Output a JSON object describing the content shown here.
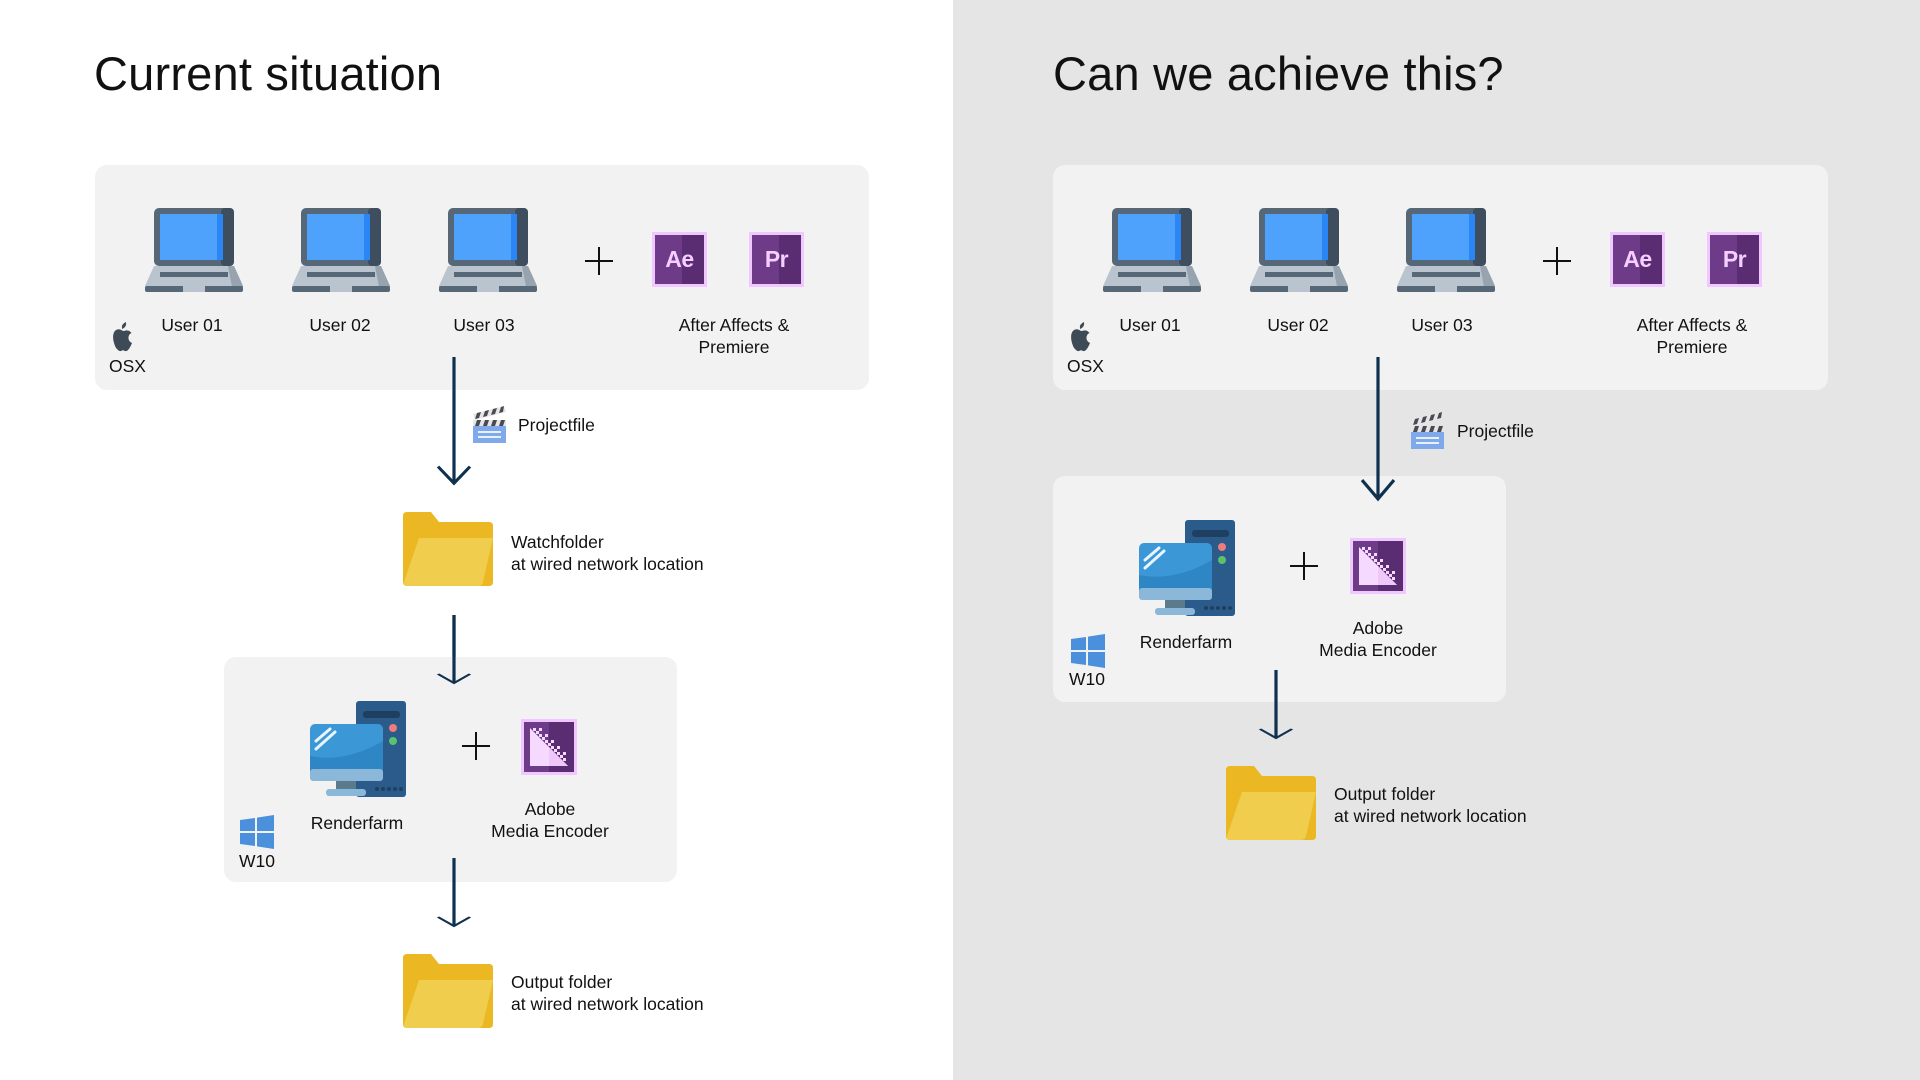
{
  "left": {
    "title": "Current situation",
    "users": [
      {
        "label": "User 01"
      },
      {
        "label": "User 02"
      },
      {
        "label": "User 03"
      }
    ],
    "os": "OSX",
    "apps": {
      "ae": "Ae",
      "pr": "Pr",
      "label_line1": "After Affects &",
      "label_line2": "Premiere"
    },
    "projectfile": "Projectfile",
    "watchfolder": {
      "line1": "Watchfolder",
      "line2": "at wired network location"
    },
    "render": {
      "os": "W10",
      "machine": "Renderfarm",
      "encoder_line1": "Adobe",
      "encoder_line2": "Media Encoder"
    },
    "output": {
      "line1": "Output folder",
      "line2": "at wired network location"
    }
  },
  "right": {
    "title": "Can we achieve this?",
    "users": [
      {
        "label": "User 01"
      },
      {
        "label": "User 02"
      },
      {
        "label": "User 03"
      }
    ],
    "os": "OSX",
    "apps": {
      "ae": "Ae",
      "pr": "Pr",
      "label_line1": "After Affects &",
      "label_line2": "Premiere"
    },
    "projectfile": "Projectfile",
    "render": {
      "os": "W10",
      "machine": "Renderfarm",
      "encoder_line1": "Adobe",
      "encoder_line2": "Media Encoder"
    },
    "output": {
      "line1": "Output folder",
      "line2": "at wired network location"
    }
  },
  "colors": {
    "arrow": "#0f3150",
    "panel_left_bg": "#ffffff",
    "panel_right_bg": "#e5e5e5",
    "box_bg": "#f2f2f2",
    "folder": "#f0c944",
    "adobe_purple": "#6e3b88"
  }
}
